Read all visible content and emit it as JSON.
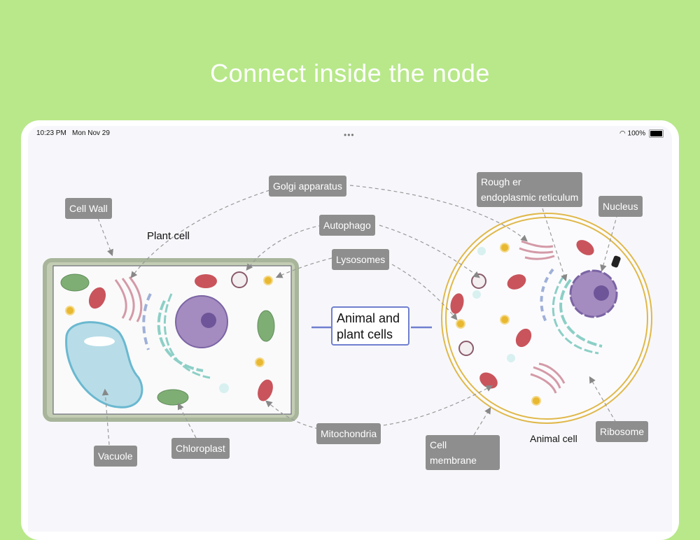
{
  "headline": "Connect inside the node",
  "status_bar": {
    "time": "10:23 PM",
    "date": "Mon Nov 29",
    "battery": "100%"
  },
  "central_node": {
    "line1": "Animal and",
    "line2": "plant cells"
  },
  "captions": {
    "plant": "Plant cell",
    "animal": "Animal cell"
  },
  "labels": {
    "cell_wall": "Cell Wall",
    "golgi": "Golgi apparatus",
    "autophago": "Autophago",
    "lysosomes": "Lysosomes",
    "rough_er_1": "Rough er",
    "rough_er_2": "endoplasmic reticulum",
    "nucleus": "Nucleus",
    "vacuole": "Vacuole",
    "chloroplast": "Chloroplast",
    "mitochondria": "Mitochondria",
    "cell_membrane_1": "Cell",
    "cell_membrane_2": "membrane",
    "ribosome": "Ribosome"
  },
  "colors": {
    "background": "#b8e88a",
    "node_border": "#6f7fcf",
    "tag": "#8e8e8e"
  }
}
